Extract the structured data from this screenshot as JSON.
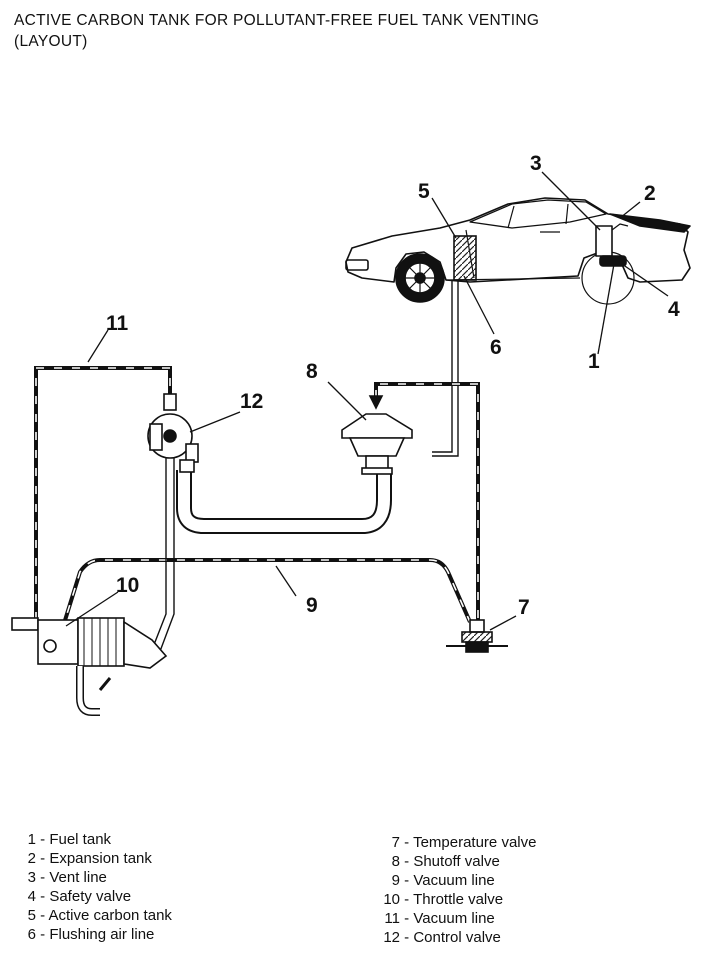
{
  "title": {
    "line1": "ACTIVE CARBON TANK FOR POLLUTANT-FREE FUEL TANK VENTING",
    "line2": "(LAYOUT)"
  },
  "callouts": [
    "1",
    "2",
    "3",
    "4",
    "5",
    "6",
    "7",
    "8",
    "9",
    "10",
    "11",
    "12"
  ],
  "legend": [
    {
      "num": "1",
      "text": "- Fuel tank"
    },
    {
      "num": "2",
      "text": "- Expansion tank"
    },
    {
      "num": "3",
      "text": "- Vent line"
    },
    {
      "num": "4",
      "text": "- Safety valve"
    },
    {
      "num": "5",
      "text": "- Active carbon tank"
    },
    {
      "num": "6",
      "text": "- Flushing air line"
    },
    {
      "num": "7",
      "text": "- Temperature valve"
    },
    {
      "num": "8",
      "text": "- Shutoff valve"
    },
    {
      "num": "9",
      "text": "- Vacuum line"
    },
    {
      "num": "10",
      "text": "- Throttle valve"
    },
    {
      "num": "11",
      "text": "- Vacuum line"
    },
    {
      "num": "12",
      "text": "- Control valve"
    }
  ]
}
